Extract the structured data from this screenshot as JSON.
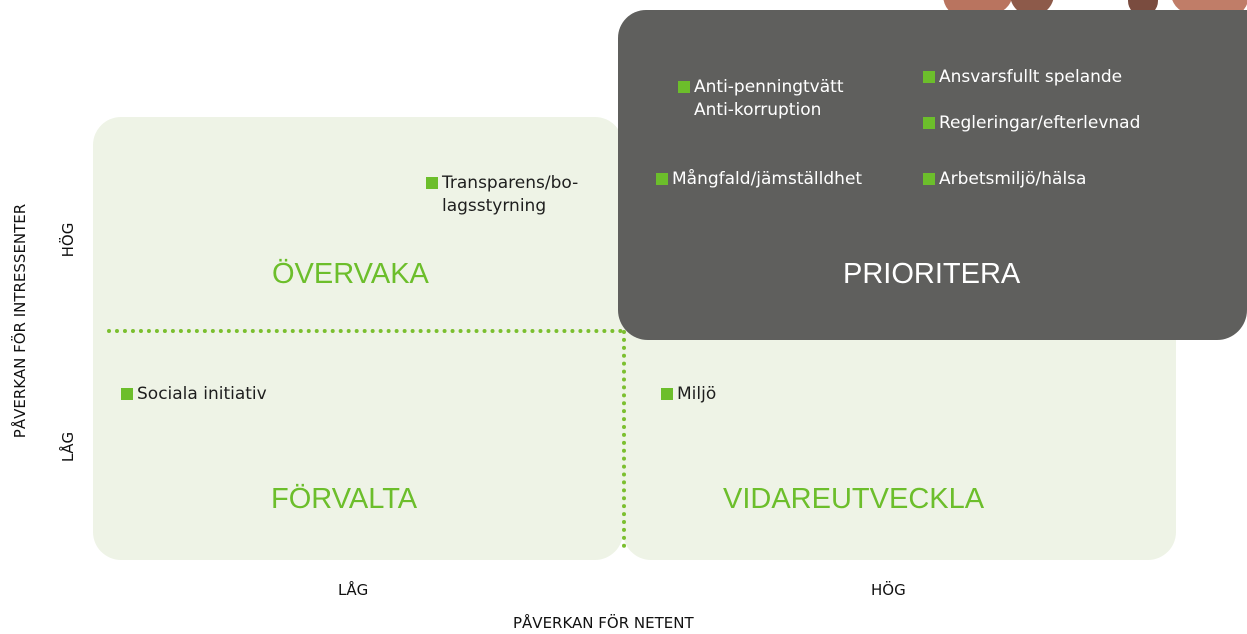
{
  "quadrants": {
    "top_left": "ÖVERVAKA",
    "top_right": "PRIORITERA",
    "bottom_left": "FÖRVALTA",
    "bottom_right": "VIDAREUTVECKLA"
  },
  "items": {
    "transparens_line1": "Transparens/bo-",
    "transparens_line2": "lagsstyrning",
    "anti_line1": "Anti-penningtvätt",
    "anti_line2": "Anti-korruption",
    "ansvarsfullt": "Ansvarsfullt spelande",
    "regleringar": "Regleringar/efterlevnad",
    "mangfald": "Mångfald/jämställdhet",
    "arbetsmiljo": "Arbetsmiljö/hälsa",
    "sociala": "Sociala initiativ",
    "miljo": "Miljö"
  },
  "axes": {
    "y_title": "PÅVERKAN FÖR INTRESSENTER",
    "y_high": "HÖG",
    "y_low": "LÅG",
    "x_title": "PÅVERKAN FÖR NETENT",
    "x_low": "LÅG",
    "x_high": "HÖG"
  },
  "colors": {
    "accent_green": "#6cbe2b",
    "panel_green": "#eef3e6",
    "dark_box": "#5f5f5d"
  }
}
